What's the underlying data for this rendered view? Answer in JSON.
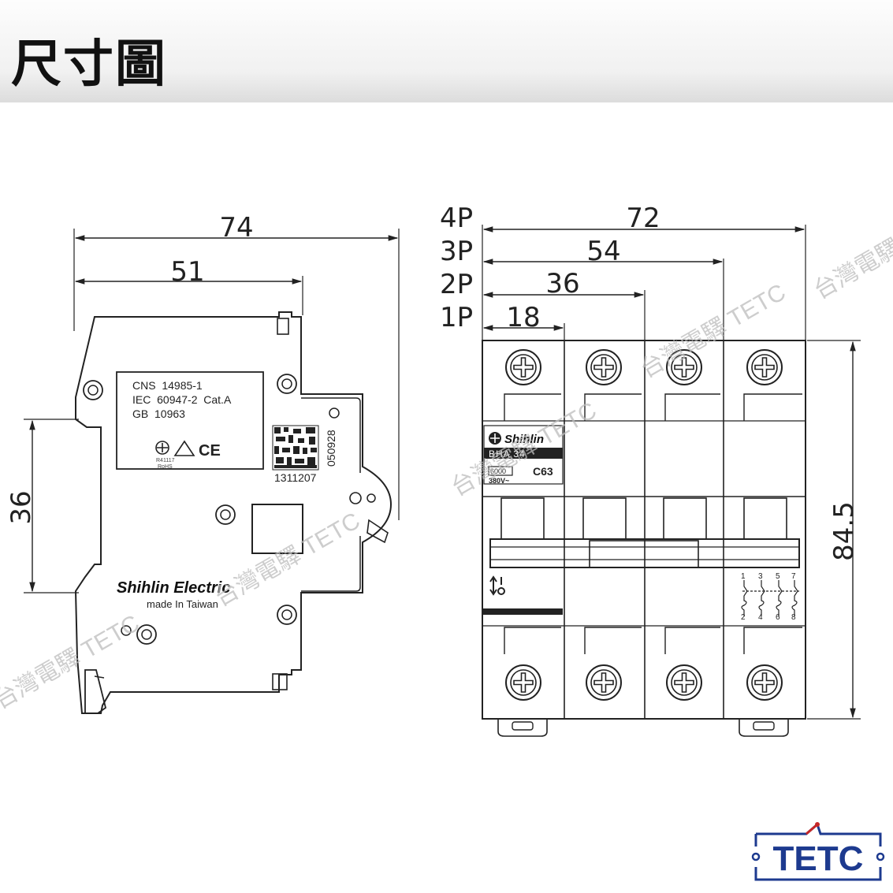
{
  "header": {
    "title": "尺寸圖"
  },
  "side_view": {
    "dimensions": {
      "total_depth": "74",
      "partial_depth": "51",
      "rail_height": "36"
    },
    "label_lines": [
      "CNS  14985-1",
      "IEC  60947-2  Cat.A",
      "GB  10963"
    ],
    "cert_small_1": "R41117",
    "cert_small_2": "RoHS",
    "ce_mark": "CE",
    "barcode_number": "1311207",
    "serial_vertical": "050928",
    "brand": "Shihlin Electric",
    "origin": "made In Taiwan"
  },
  "front_view": {
    "pole_labels": [
      "4P",
      "3P",
      "2P",
      "1P"
    ],
    "widths": [
      "72",
      "54",
      "36",
      "18"
    ],
    "height": "84.5",
    "brand": "Shihlin",
    "model": "BHA 34",
    "breaking_capacity": "6000",
    "voltage": "380V~",
    "rating": "C63",
    "terminal_top": [
      "1",
      "3",
      "5",
      "7"
    ],
    "terminal_bottom": [
      "2",
      "4",
      "6",
      "8"
    ]
  },
  "watermark": {
    "text": "台灣電驛  TETC"
  },
  "logo": {
    "text": "TETC",
    "color": "#1d3a8f",
    "accent": "#c62828"
  }
}
